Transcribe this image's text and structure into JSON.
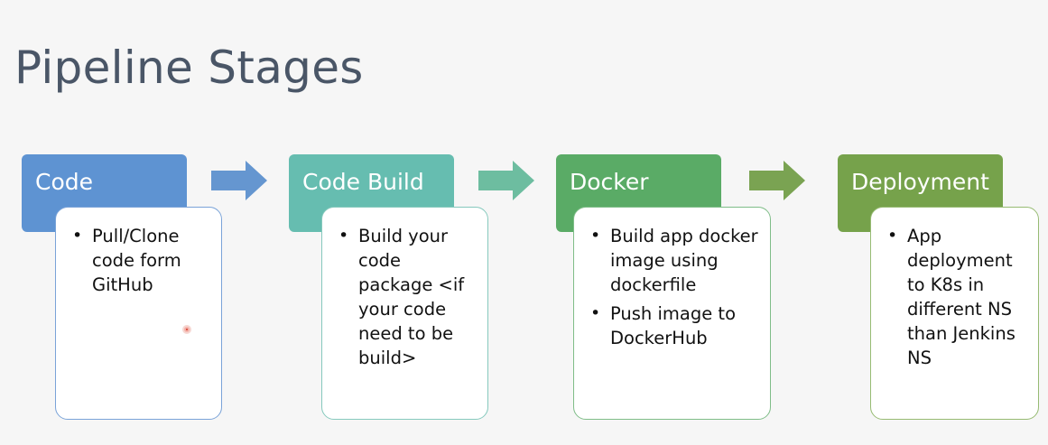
{
  "slide": {
    "title": "Pipeline Stages"
  },
  "stages": [
    {
      "name": "Code",
      "color": "#5e93d2",
      "border": "#7aa3d8",
      "bullets": [
        "Pull/Clone code form GitHub"
      ]
    },
    {
      "name": "Code Build",
      "color": "#66bdb0",
      "border": "#86c9bd",
      "bullets": [
        "Build your code package <if your code need to be build>"
      ]
    },
    {
      "name": "Docker",
      "color": "#5aab66",
      "border": "#7fbd88",
      "bullets": [
        "Build app docker image using dockerfile",
        "Push image to DockerHub"
      ]
    },
    {
      "name": "Deployment",
      "color": "#76a24b",
      "border": "#97bb73",
      "bullets": [
        "App deployment to K8s in different NS than Jenkins NS"
      ]
    }
  ],
  "arrows": [
    {
      "color": "#6596d0"
    },
    {
      "color": "#6dbda0"
    },
    {
      "color": "#7aa352"
    }
  ],
  "icons": {
    "arrow": "right-arrow-icon",
    "pointer": "laser-pointer-icon"
  }
}
